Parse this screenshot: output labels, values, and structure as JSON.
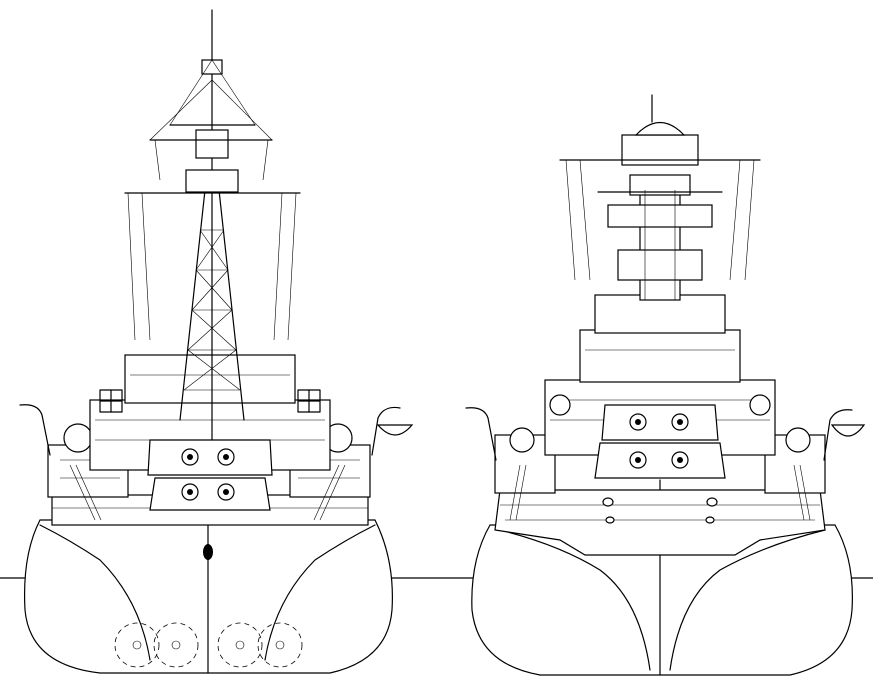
{
  "figure": {
    "kind": "line drawing",
    "views": [
      "bow-view",
      "stern-view"
    ],
    "background": "#ffffff",
    "ink": "#000000"
  }
}
